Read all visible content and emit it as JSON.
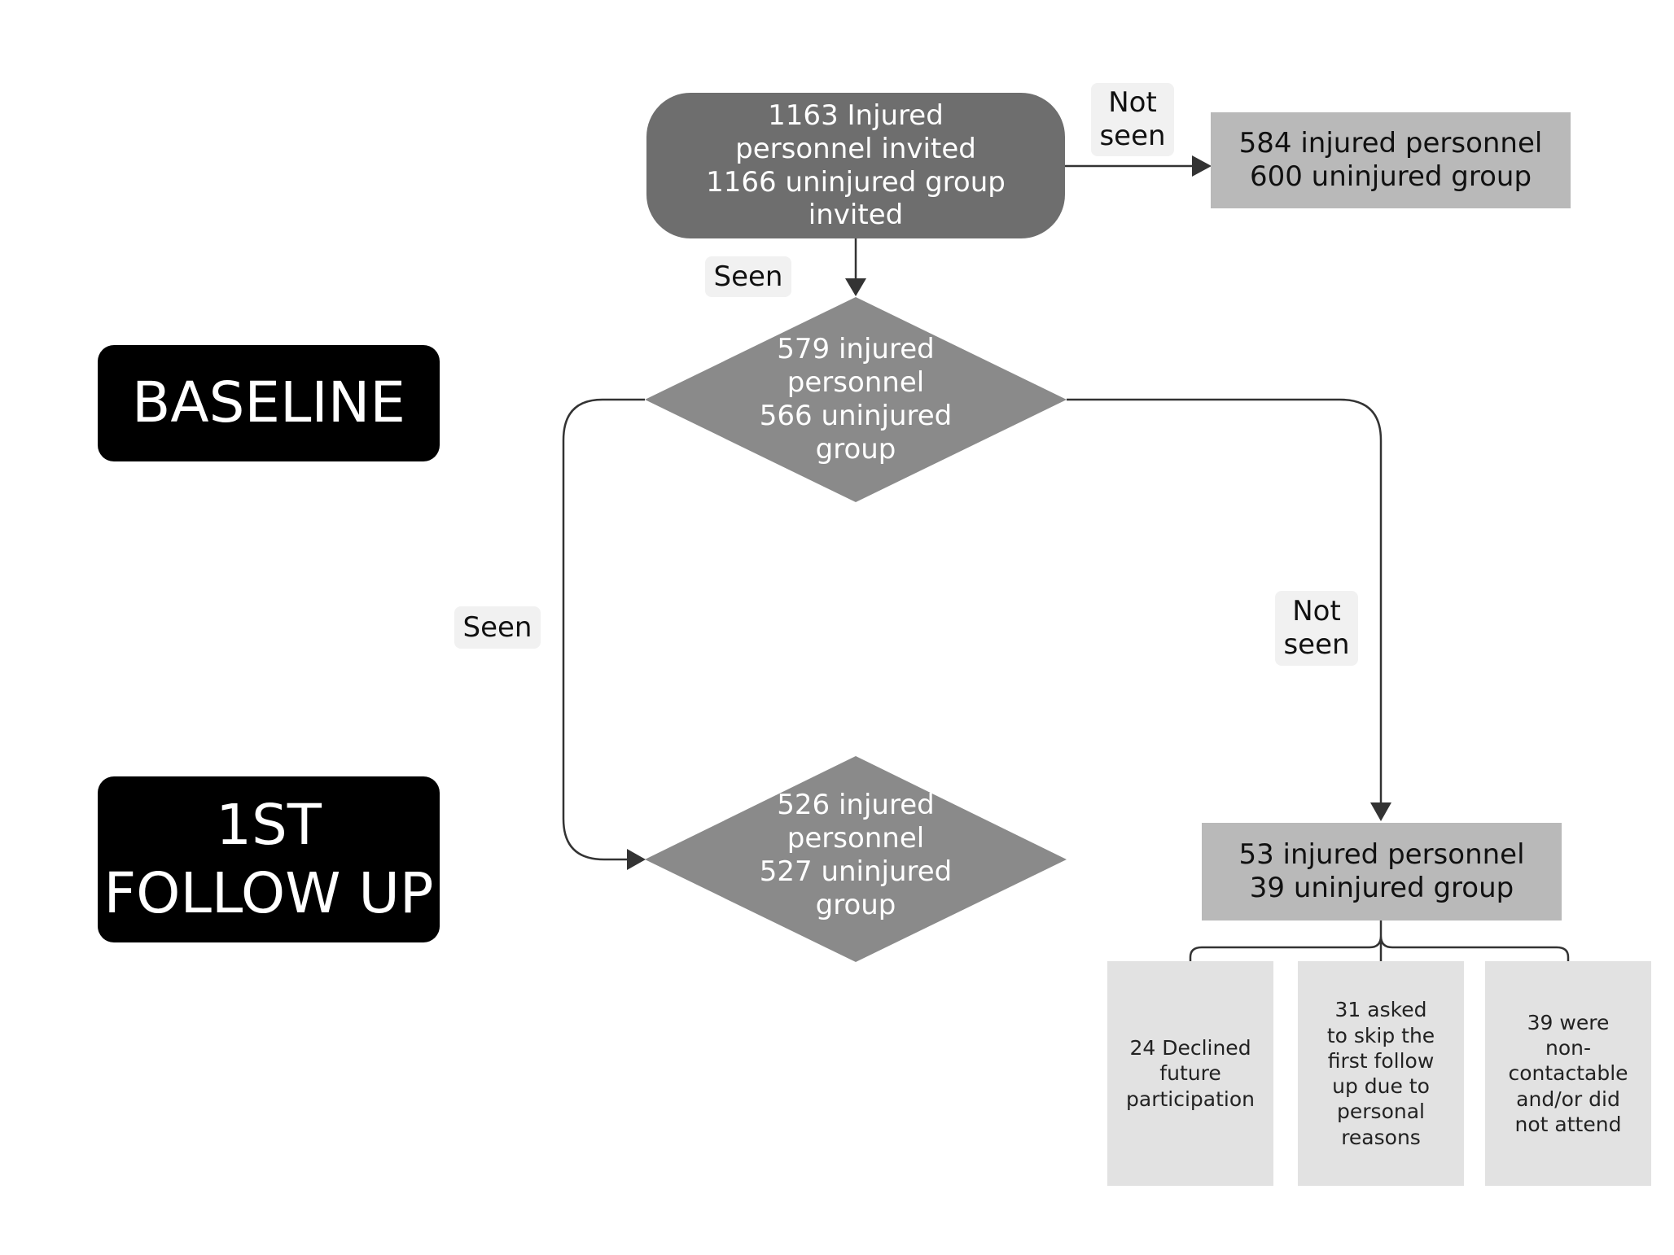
{
  "phases": {
    "baseline": [
      "BASELINE"
    ],
    "follow_up": [
      "1ST",
      "FOLLOW UP"
    ]
  },
  "nodes": {
    "invited": [
      "1163 Injured",
      "personnel invited",
      "1166 uninjured group",
      "invited"
    ],
    "not_seen_baseline": [
      "584 injured personnel",
      "600 uninjured group"
    ],
    "baseline_seen": [
      "579 injured",
      "personnel",
      "566 uninjured",
      "group"
    ],
    "followup_seen": [
      "526 injured",
      "personnel",
      "527 uninjured",
      "group"
    ],
    "followup_not_seen": [
      "53 injured personnel",
      "39 uninjured group"
    ],
    "declined": [
      "24 Declined",
      "future",
      "participation"
    ],
    "skipped": [
      "31 asked",
      "to skip the",
      "first follow",
      "up due to",
      "personal",
      "reasons"
    ],
    "non_contactable": [
      "39 were",
      "non-",
      "contactable",
      "and/or did",
      "not attend"
    ]
  },
  "edge_labels": {
    "not_seen_top": [
      "Not",
      "seen"
    ],
    "seen_top": [
      "Seen"
    ],
    "seen_left": [
      "Seen"
    ],
    "not_seen_right": [
      "Not",
      "seen"
    ]
  },
  "colors": {
    "phase_fill": "#000000",
    "invited_fill": "#6e6e6e",
    "diamond_fill": "#8a8a8a",
    "grey_box_fill": "#b9b9b9",
    "sub_box_fill": "#e2e2e2",
    "connector": "#333333"
  }
}
